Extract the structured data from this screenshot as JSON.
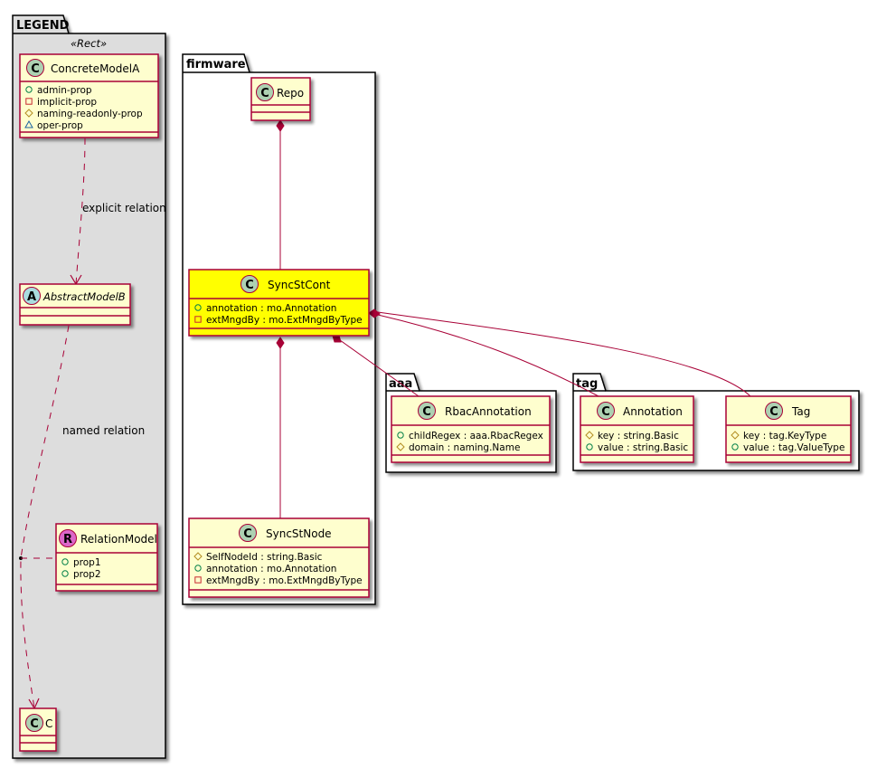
{
  "colors": {
    "class_fill": "#FEFECE",
    "highlight_fill": "#FFFF00",
    "border": "#A80036",
    "class_icon": "#ADD1B2",
    "abstract_icon": "#A9DCDF",
    "relation_icon": "#DB67C9",
    "legend_bg": "#DDDDDD",
    "package_border": "#000000",
    "prop_public": "#038048",
    "prop_private": "#C82930",
    "prop_protected": "#B38D22",
    "prop_package": "#1963A0"
  },
  "packages": {
    "legend": {
      "title": "LEGEND",
      "stereotype": "«Rect»"
    },
    "firmware": {
      "title": "firmware"
    },
    "aaa": {
      "title": "aaa"
    },
    "tag": {
      "title": "tag"
    }
  },
  "classes": {
    "concreteModelA": {
      "icon": "C",
      "name": "ConcreteModelA",
      "props": [
        {
          "vis": "public",
          "text": "admin-prop"
        },
        {
          "vis": "private",
          "text": "implicit-prop"
        },
        {
          "vis": "protected",
          "text": "naming-readonly-prop"
        },
        {
          "vis": "package",
          "text": "oper-prop"
        }
      ]
    },
    "abstractModelB": {
      "icon": "A",
      "name": "AbstractModelB",
      "props": []
    },
    "relationModel": {
      "icon": "R",
      "name": "RelationModel",
      "props": [
        {
          "vis": "public",
          "text": "prop1"
        },
        {
          "vis": "public",
          "text": "prop2"
        }
      ]
    },
    "c": {
      "icon": "C",
      "name": "C",
      "props": []
    },
    "repo": {
      "icon": "C",
      "name": "Repo",
      "props": []
    },
    "syncStCont": {
      "icon": "C",
      "name": "SyncStCont",
      "props": [
        {
          "vis": "public",
          "text": "annotation : mo.Annotation"
        },
        {
          "vis": "private",
          "text": "extMngdBy : mo.ExtMngdByType"
        }
      ]
    },
    "syncStNode": {
      "icon": "C",
      "name": "SyncStNode",
      "props": [
        {
          "vis": "protected",
          "text": "SelfNodeId : string.Basic"
        },
        {
          "vis": "public",
          "text": "annotation : mo.Annotation"
        },
        {
          "vis": "private",
          "text": "extMngdBy : mo.ExtMngdByType"
        }
      ]
    },
    "rbacAnnotation": {
      "icon": "C",
      "name": "RbacAnnotation",
      "props": [
        {
          "vis": "public",
          "text": "childRegex : aaa.RbacRegex"
        },
        {
          "vis": "protected",
          "text": "domain : naming.Name"
        }
      ]
    },
    "annotation": {
      "icon": "C",
      "name": "Annotation",
      "props": [
        {
          "vis": "protected",
          "text": "key : string.Basic"
        },
        {
          "vis": "public",
          "text": "value : string.Basic"
        }
      ]
    },
    "tag": {
      "icon": "C",
      "name": "Tag",
      "props": [
        {
          "vis": "protected",
          "text": "key : tag.KeyType"
        },
        {
          "vis": "public",
          "text": "value : tag.ValueType"
        }
      ]
    }
  },
  "relations": {
    "explicit": {
      "label": "explicit relation",
      "from": "ConcreteModelA",
      "to": "AbstractModelB",
      "type": "dependency"
    },
    "named": {
      "label": "named relation",
      "from": "AbstractModelB",
      "to": "C",
      "type": "dependency",
      "association_class": "RelationModel"
    },
    "repo_syncstcont": {
      "from": "Repo",
      "to": "SyncStCont",
      "type": "composition"
    },
    "syncstcont_syncstnode": {
      "from": "SyncStCont",
      "to": "SyncStNode",
      "type": "composition"
    },
    "syncstcont_rbac": {
      "from": "SyncStCont",
      "to": "RbacAnnotation",
      "type": "composition"
    },
    "syncstcont_annotation": {
      "from": "SyncStCont",
      "to": "Annotation",
      "type": "composition"
    },
    "syncstcont_tag": {
      "from": "SyncStCont",
      "to": "Tag",
      "type": "composition"
    }
  }
}
